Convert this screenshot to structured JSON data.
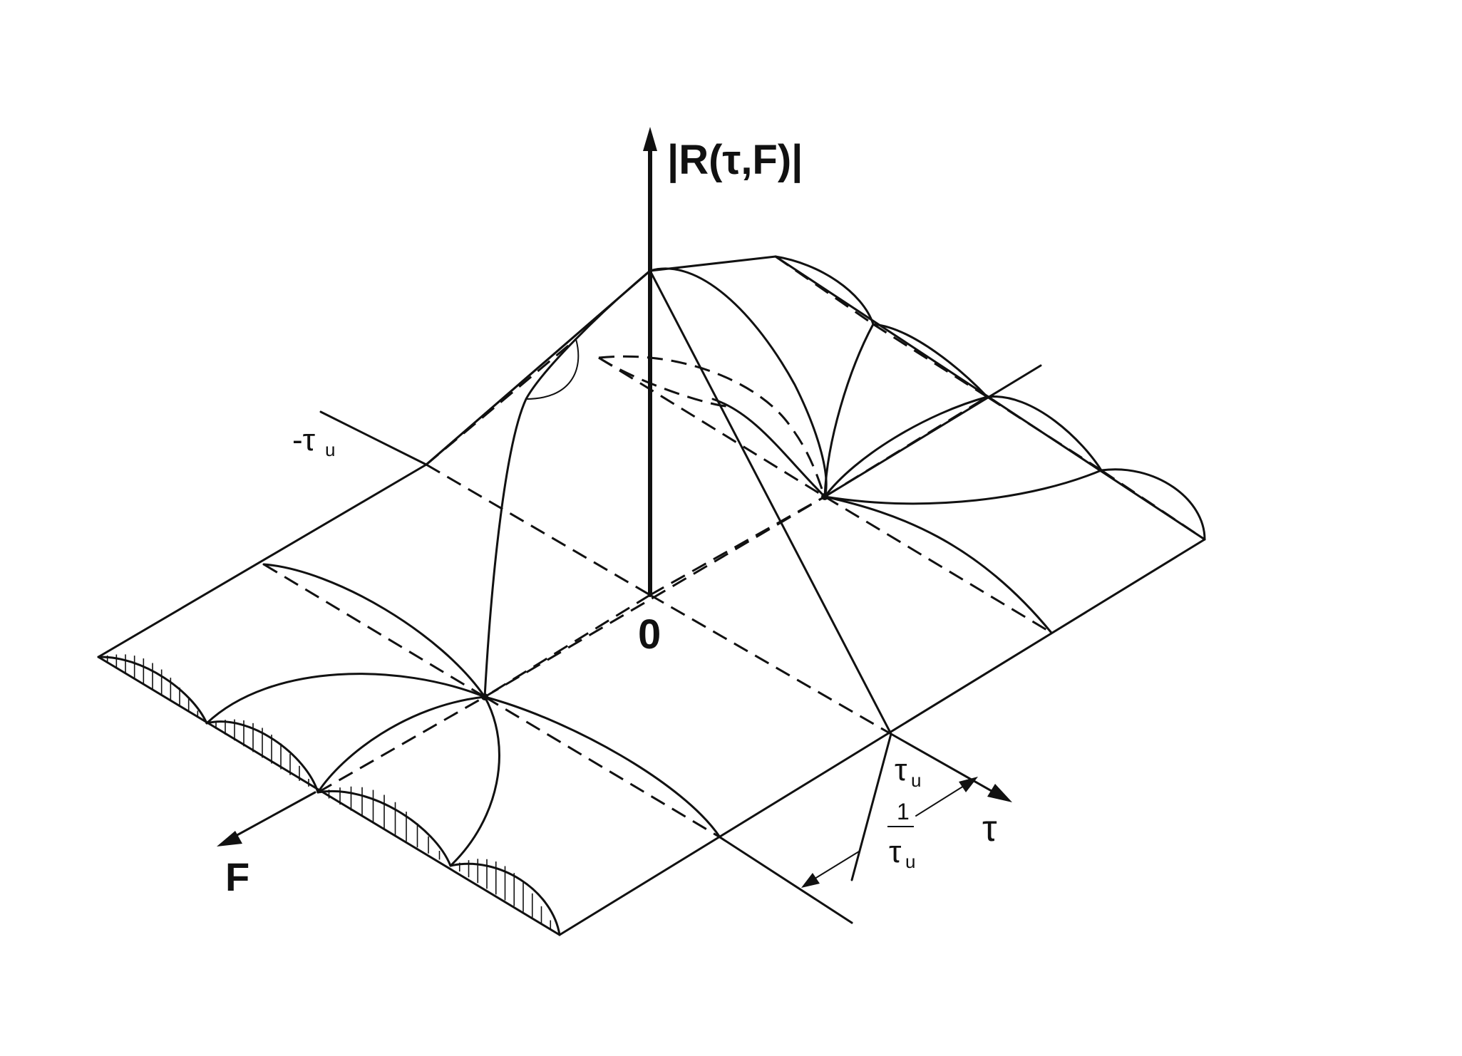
{
  "labels": {
    "z_axis": "|R(τ,F)|",
    "origin": "0",
    "neg_tau": "-τ",
    "neg_tau_sub": "u",
    "tau_marker": "τ",
    "tau_marker_sub": "u",
    "tau_axis": "τ",
    "f_axis": "F",
    "spacing_numerator": "1",
    "spacing_denominator": "τ",
    "spacing_denominator_sub": "u"
  },
  "colors": {
    "ink": "#111111",
    "paper": "#ffffff"
  }
}
